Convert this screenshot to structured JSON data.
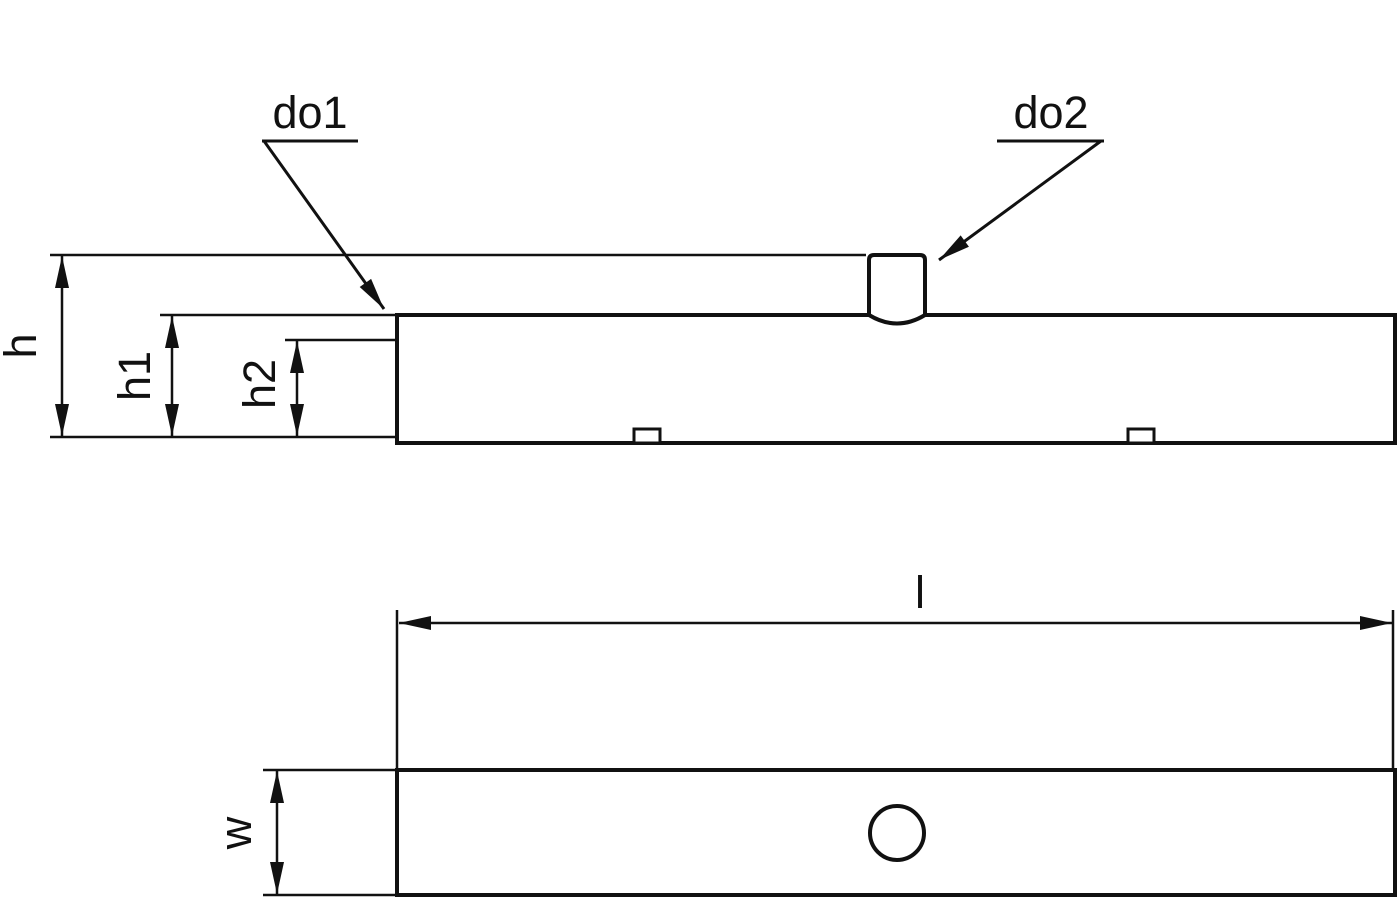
{
  "drawing": {
    "type": "technical-dimension-drawing",
    "views": {
      "front_view": "side elevation of bar with top boss and two bottom notches",
      "plan_view": "top view of bar with center hole"
    },
    "labels": {
      "do1": "do1",
      "do2": "do2",
      "h": "h",
      "h1": "h1",
      "h2": "h2",
      "l": "l",
      "w": "w"
    },
    "colors": {
      "line": "#111111",
      "background": "#ffffff"
    }
  }
}
